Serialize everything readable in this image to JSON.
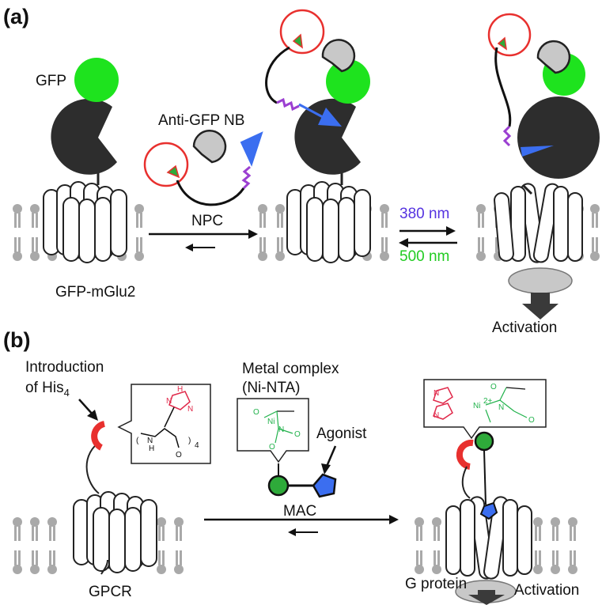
{
  "panel_a": {
    "tag": "(a)",
    "gfp_label": "GFP",
    "nanobody_label": "Anti-GFP NB",
    "receptor_label": "GFP-mGlu2",
    "npc_label": "NPC",
    "light_on": "380 nm",
    "light_off": "500 nm",
    "activation_label": "Activation"
  },
  "panel_b": {
    "tag": "(b)",
    "his_intro_line1": "Introduction",
    "his_intro_line2": "of His",
    "his_intro_sub": "4",
    "complex_line1": "Metal complex",
    "complex_line2": "(Ni-NTA)",
    "agonist_label": "Agonist",
    "mac_label": "MAC",
    "gpcr_label": "GPCR",
    "gprotein_label": "G protein",
    "activation_label": "Activation",
    "his_repeat_sub": "4",
    "nh_label": "N",
    "h_label": "H",
    "o_label": "O",
    "ni_label": "Ni",
    "ni_charge": "2+"
  },
  "colors": {
    "gfp": "#1ee31e",
    "receptor_dark": "#2d2d2d",
    "nanobody": "#c8c8c8",
    "tether_purple": "#9b3fd1",
    "azo_blue": "#3b6ef0",
    "photo_red": "#e8302e",
    "light_on": "#5533e0",
    "light_off": "#22cc22",
    "nta_green": "#22b24c",
    "his_red": "#e0294a",
    "lipid": "#a9a9a9"
  }
}
